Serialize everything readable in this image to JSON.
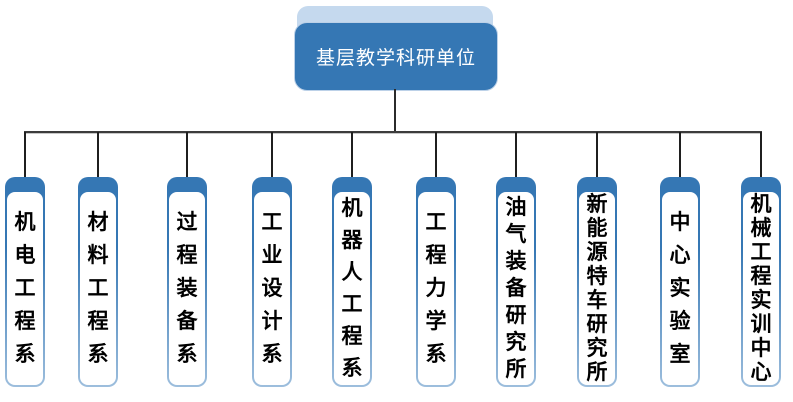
{
  "org_chart": {
    "root": {
      "label": "基层教学科研单位"
    },
    "children": [
      {
        "label": "机电工程系"
      },
      {
        "label": "材料工程系"
      },
      {
        "label": "过程装备系"
      },
      {
        "label": "工业设计系"
      },
      {
        "label": "机器人工程系"
      },
      {
        "label": "工程力学系"
      },
      {
        "label": "油气装备研究所"
      },
      {
        "label": "新能源特车研究所"
      },
      {
        "label": "中心实验室"
      },
      {
        "label": "机械工程实训中心"
      }
    ]
  },
  "colors": {
    "node_fill": "#3577b4",
    "node_back_shadow": "#c5d9ee",
    "node_text": "#ffffff",
    "child_text": "#000000",
    "child_border_bottom": "#9dbedd",
    "connector": "#2b2b2b",
    "background": "#ffffff"
  }
}
